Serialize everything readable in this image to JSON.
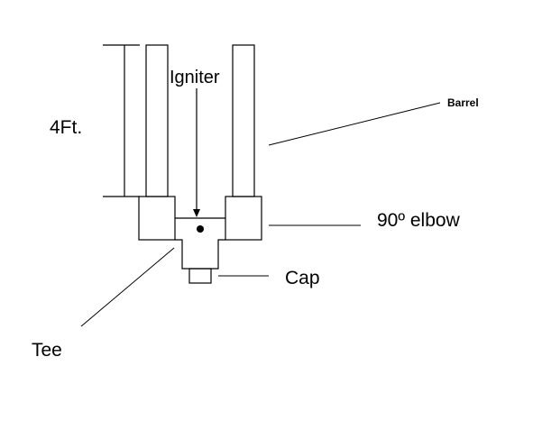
{
  "labels": {
    "height": "4Ft.",
    "igniter": "Igniter",
    "barrel": "Barrel",
    "elbow": "90º elbow",
    "cap": "Cap",
    "tee": "Tee"
  },
  "colors": {
    "line": "#000000",
    "background": "#ffffff"
  }
}
